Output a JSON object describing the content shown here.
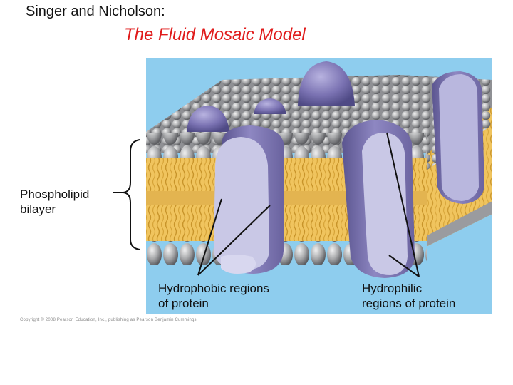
{
  "header": {
    "subtitle": "Singer and Nicholson:",
    "title": "The Fluid Mosaic Model"
  },
  "labels": {
    "bilayer_line1": "Phospholipid",
    "bilayer_line2": "bilayer",
    "hydrophobic_line1": "Hydrophobic regions",
    "hydrophobic_line2": "of protein",
    "hydrophilic_line1": "Hydrophilic",
    "hydrophilic_line2": "regions of protein"
  },
  "credit": "Copyright © 2008 Pearson Education, Inc., publishing as Pearson Benjamin Cummings",
  "colors": {
    "title_red": "#e01b1b",
    "background_blue": "#8ecdee",
    "lipid_head": "#a9aaac",
    "lipid_tail": "#f0c45e",
    "protein_dark": "#7b74ad",
    "protein_light": "#c9c8e6"
  }
}
